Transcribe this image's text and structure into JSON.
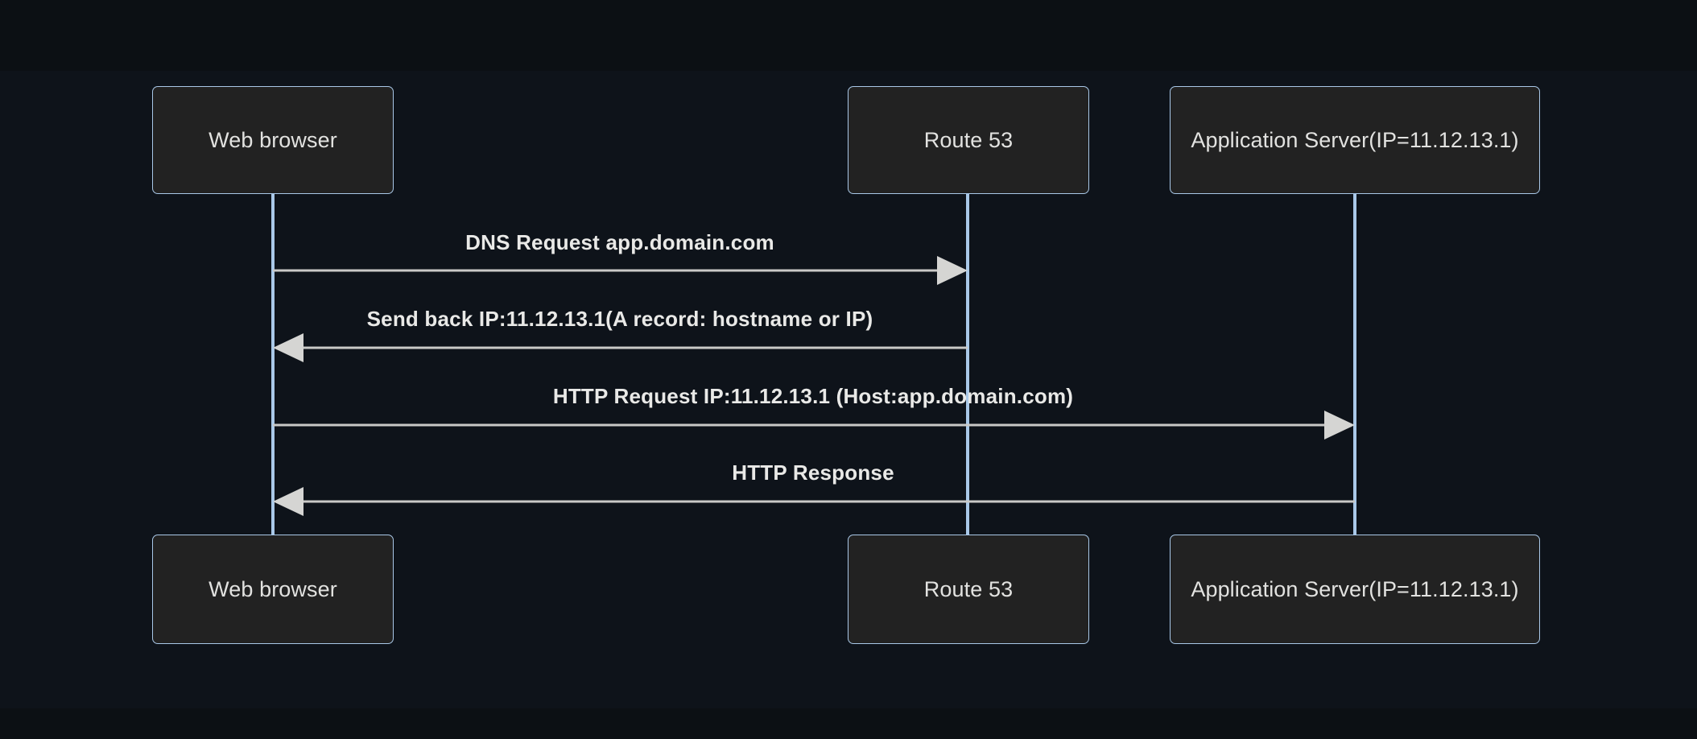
{
  "diagram": {
    "kind": "sequence-diagram",
    "background_color": "#0c1014",
    "panel_color": "#0e131a",
    "box_fill_color": "#222222",
    "box_border_color": "#a9c8e8",
    "lifeline_color": "#a9c8e8",
    "message_line_color": "#c9c9c7",
    "arrow_head_color": "#d5d5d3",
    "text_color": "#e2e2e0"
  },
  "participants": [
    {
      "id": "browser",
      "label": "Web browser"
    },
    {
      "id": "route53",
      "label": "Route 53"
    },
    {
      "id": "appserver",
      "label": "Application Server(IP=11.12.13.1)"
    }
  ],
  "participants_bottom": [
    {
      "id": "browser",
      "label": "Web browser"
    },
    {
      "id": "route53",
      "label": "Route 53"
    },
    {
      "id": "appserver",
      "label": "Application Server(IP=11.12.13.1)"
    }
  ],
  "messages": [
    {
      "index": 1,
      "label": "DNS Request app.domain.com",
      "from": "browser",
      "to": "route53",
      "direction": "right",
      "style": "solid"
    },
    {
      "index": 2,
      "label": "Send back IP:11.12.13.1(A record: hostname or IP)",
      "from": "route53",
      "to": "browser",
      "direction": "left",
      "style": "solid"
    },
    {
      "index": 3,
      "label": "HTTP Request IP:11.12.13.1 (Host:app.domain.com)",
      "from": "browser",
      "to": "appserver",
      "direction": "right",
      "style": "solid"
    },
    {
      "index": 4,
      "label": "HTTP Response",
      "from": "appserver",
      "to": "browser",
      "direction": "left",
      "style": "solid"
    }
  ]
}
